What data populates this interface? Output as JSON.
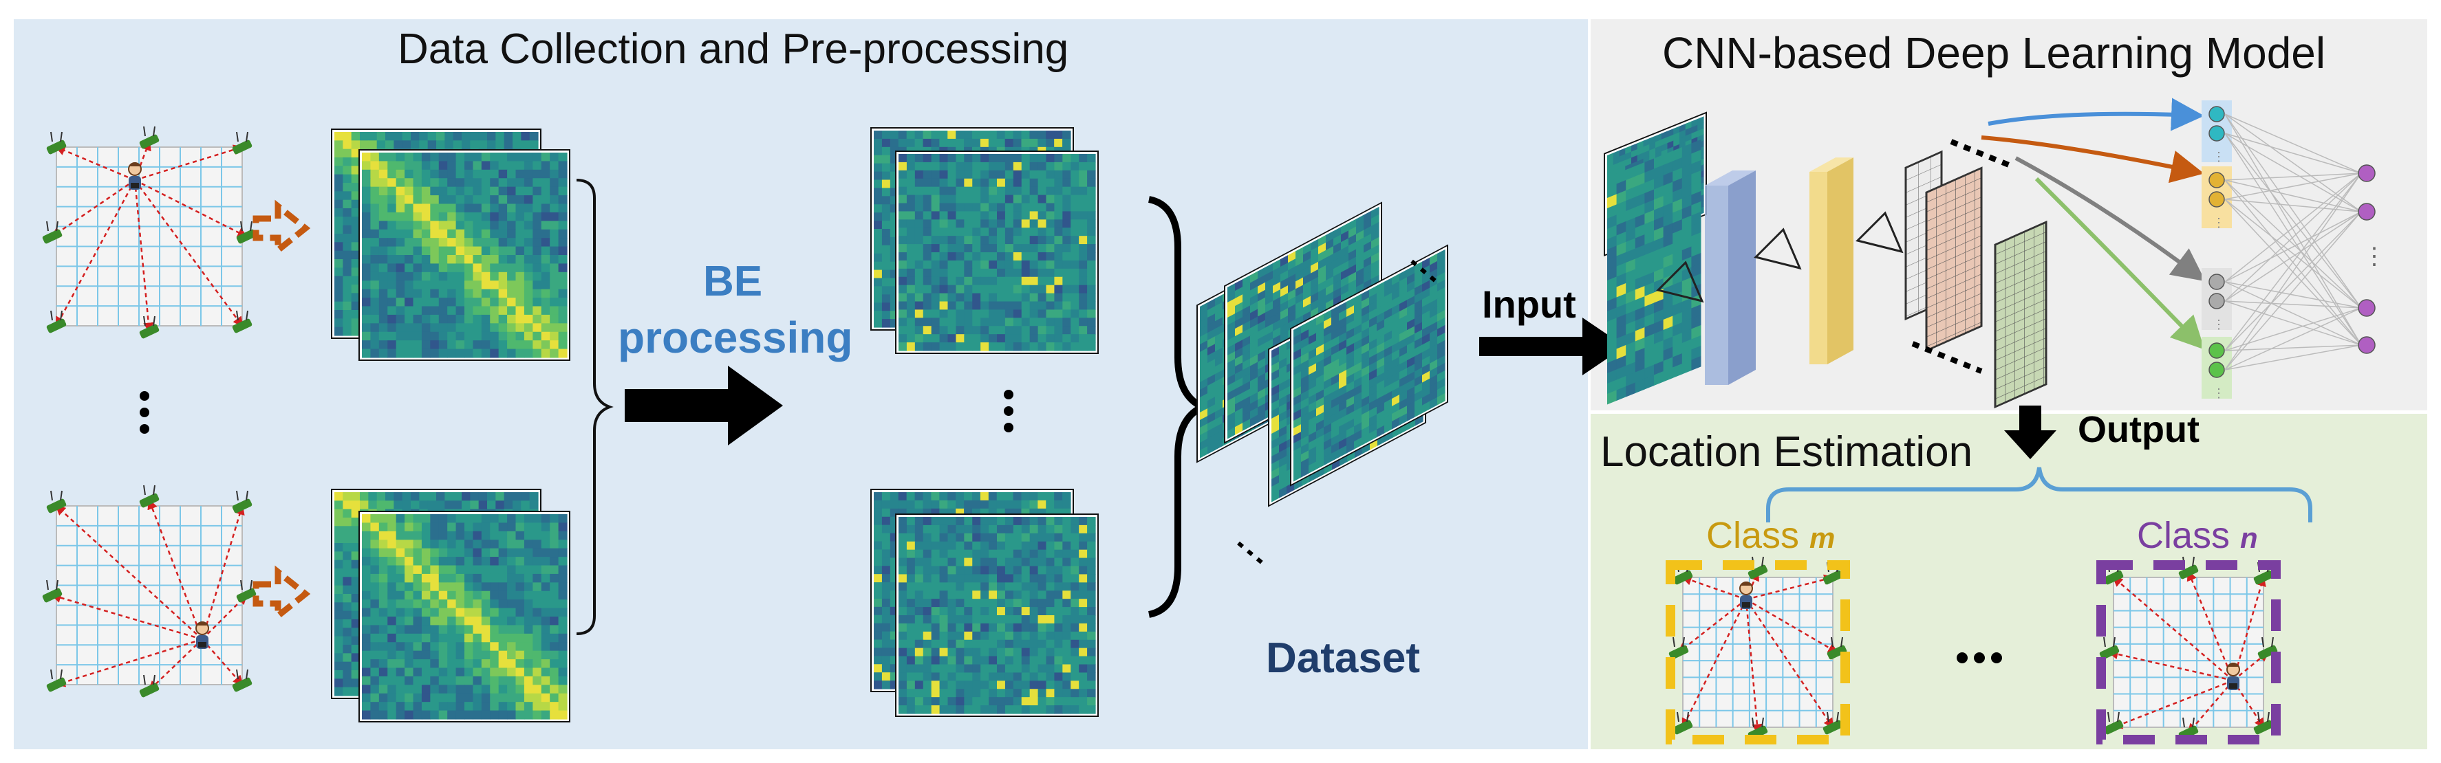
{
  "panels": {
    "left_title": "Data Collection and Pre-processing",
    "cnn_title": "CNN-based Deep Learning Model",
    "loc_title": "Location Estimation"
  },
  "labels": {
    "be_line1": "BE",
    "be_line2": "processing",
    "input": "Input",
    "output": "Output",
    "dataset": "Dataset",
    "class_m_word": "Class ",
    "class_m_var": "m",
    "class_n_word": "Class ",
    "class_n_var": "n",
    "ellipsis_h": "•••"
  },
  "colors": {
    "be_text": "#3b7ec2",
    "dataset_text": "#1f3d6b",
    "class_m": "#c89a10",
    "class_n": "#7a3fa0",
    "arrow_orange": "#c55a11",
    "heatmap_base": "#2a8a8a",
    "brace_blue": "#5a9fd4"
  }
}
